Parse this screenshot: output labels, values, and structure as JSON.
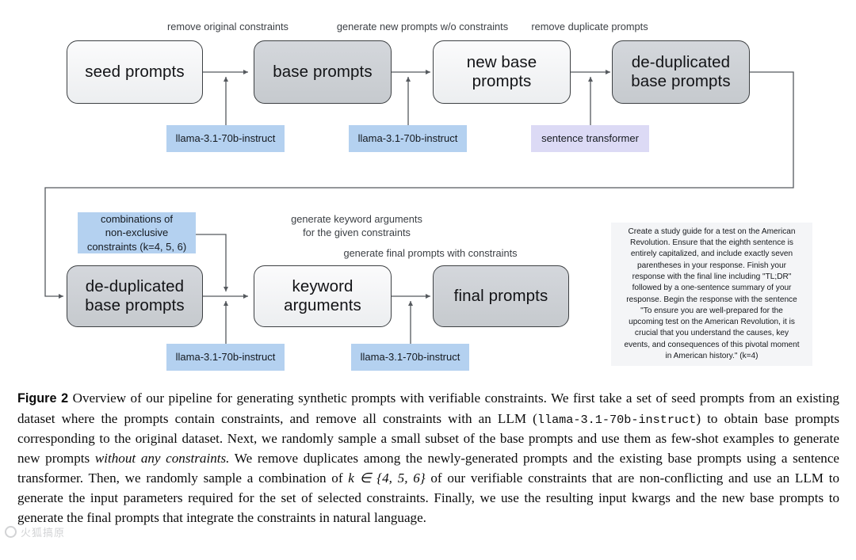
{
  "figure": {
    "nodes": [
      {
        "id": "seed-prompts",
        "label": "seed prompts"
      },
      {
        "id": "base-prompts",
        "label": "base prompts"
      },
      {
        "id": "new-base-prompts",
        "label": "new base\nprompts"
      },
      {
        "id": "de-duplicated-base-prompts-top",
        "label": "de-duplicated\nbase prompts"
      },
      {
        "id": "de-duplicated-base-prompts-bottom",
        "label": "de-duplicated\nbase prompts"
      },
      {
        "id": "keyword-arguments",
        "label": "keyword\narguments"
      },
      {
        "id": "final-prompts",
        "label": "final prompts"
      }
    ],
    "edge_labels": [
      {
        "id": "remove-original-constraints",
        "text": "remove original constraints"
      },
      {
        "id": "generate-new-prompts",
        "text": "generate new prompts w/o constraints"
      },
      {
        "id": "remove-duplicate-prompts",
        "text": "remove duplicate prompts"
      },
      {
        "id": "generate-keyword-arguments",
        "text": "generate keyword arguments\nfor the given constraints"
      },
      {
        "id": "generate-final-prompts",
        "text": "generate final prompts with constraints"
      }
    ],
    "tags": [
      {
        "id": "llama-tag-1",
        "text": "llama-3.1-70b-instruct",
        "color": "#b4d1f0"
      },
      {
        "id": "llama-tag-2",
        "text": "llama-3.1-70b-instruct",
        "color": "#b4d1f0"
      },
      {
        "id": "sentence-transformer-tag",
        "text": "sentence transformer",
        "color": "#dcdaf5"
      },
      {
        "id": "combinations-tag",
        "text": "combinations of\nnon-exclusive\nconstraints (k=4, 5, 6)",
        "color": "#b4d1f0"
      },
      {
        "id": "llama-tag-3",
        "text": "llama-3.1-70b-instruct",
        "color": "#b4d1f0"
      },
      {
        "id": "llama-tag-4",
        "text": "llama-3.1-70b-instruct",
        "color": "#b4d1f0"
      }
    ],
    "example_panel": {
      "text": "Create a study guide for a test on the American Revolution. Ensure that the eighth sentence is entirely capitalized, and include exactly seven parentheses in your response. Finish your response with the final line including \"TL;DR\" followed by a one-sentence summary of your response. Begin the response with the sentence \"To ensure you are well-prepared for the upcoming test on the American Revolution, it is crucial that you understand the causes, key events, and consequences of this pivotal moment in American history.\" (k=4)"
    }
  },
  "caption": {
    "figure_label": "Figure 2",
    "part1": " Overview of our pipeline for generating synthetic prompts with verifiable constraints. We first take a set of seed prompts from an existing dataset where the prompts contain constraints, and remove all constraints with an LLM (",
    "code": "llama-3.1-70b-instruct",
    "part2": ") to obtain base prompts corresponding to the original dataset. Next, we randomly sample a small subset of the base prompts and use them as few-shot examples to generate new prompts ",
    "italic": "without any constraints.",
    "part3": " We remove duplicates among the newly-generated prompts and the existing base prompts using a sentence transformer. Then, we randomly sample a combination of ",
    "math": "k ∈ {4, 5, 6}",
    "part4": " of our verifiable constraints that are non-conflicting and use an LLM to generate the input parameters required for the set of selected constraints. Finally, we use the resulting input kwargs and the new base prompts to generate the final prompts that integrate the constraints in natural language."
  },
  "watermark": {
    "text": "火狐搞原"
  },
  "colors": {
    "node_dark": "#c9cdd2",
    "node_light": "#f2f3f5",
    "tag_blue": "#b4d1f0",
    "tag_violet": "#dcdaf5",
    "panel_bg": "#f4f5f7",
    "wire": "#55595e"
  }
}
